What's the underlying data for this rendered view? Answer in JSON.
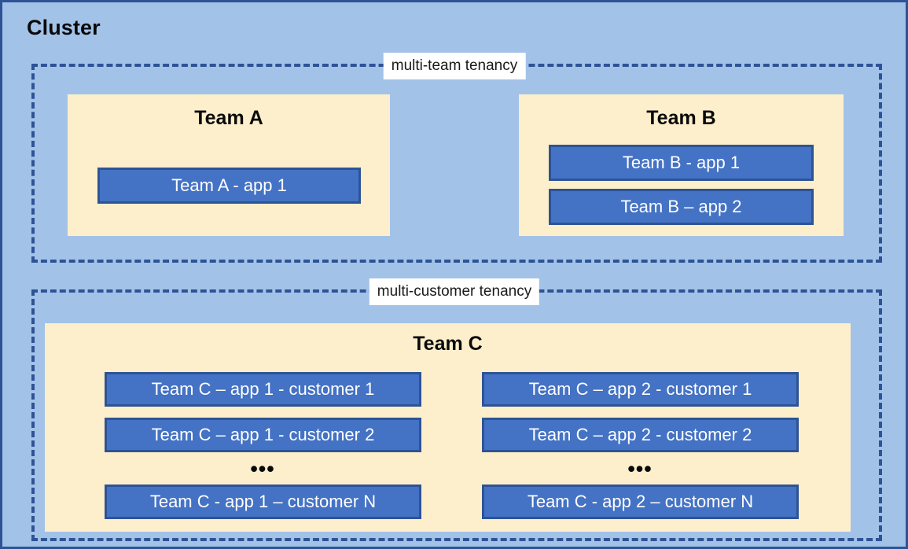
{
  "diagram": {
    "title": "Cluster",
    "tenancies": [
      {
        "label": "multi-team tenancy"
      },
      {
        "label": "multi-customer tenancy"
      }
    ],
    "teams": [
      {
        "title": "Team A",
        "apps": [
          {
            "label": "Team A - app 1"
          }
        ]
      },
      {
        "title": "Team B",
        "apps": [
          {
            "label": "Team B - app 1"
          },
          {
            "label": "Team B – app 2"
          }
        ]
      },
      {
        "title": "Team C",
        "columns": [
          {
            "apps": [
              {
                "label": "Team C – app 1 - customer 1"
              },
              {
                "label": "Team C – app 1 - customer 2"
              },
              {
                "label": "Team C - app 1 – customer N"
              }
            ],
            "ellipsis": "•••"
          },
          {
            "apps": [
              {
                "label": "Team C – app 2 - customer 1"
              },
              {
                "label": "Team C – app 2 - customer 2"
              },
              {
                "label": "Team C - app 2 – customer N"
              }
            ],
            "ellipsis": "•••"
          }
        ]
      }
    ],
    "colors": {
      "cluster_background": "#A3C2E8",
      "cluster_border": "#2E5395",
      "tenancy_border": "#2E5395",
      "team_panel_background": "#FDEFCC",
      "app_box_fill": "#4472C4",
      "app_box_border": "#2E5395",
      "app_box_text": "#FFFFFF",
      "label_chip_background": "#FFFFFF",
      "title_text": "#0A0A0A"
    }
  }
}
